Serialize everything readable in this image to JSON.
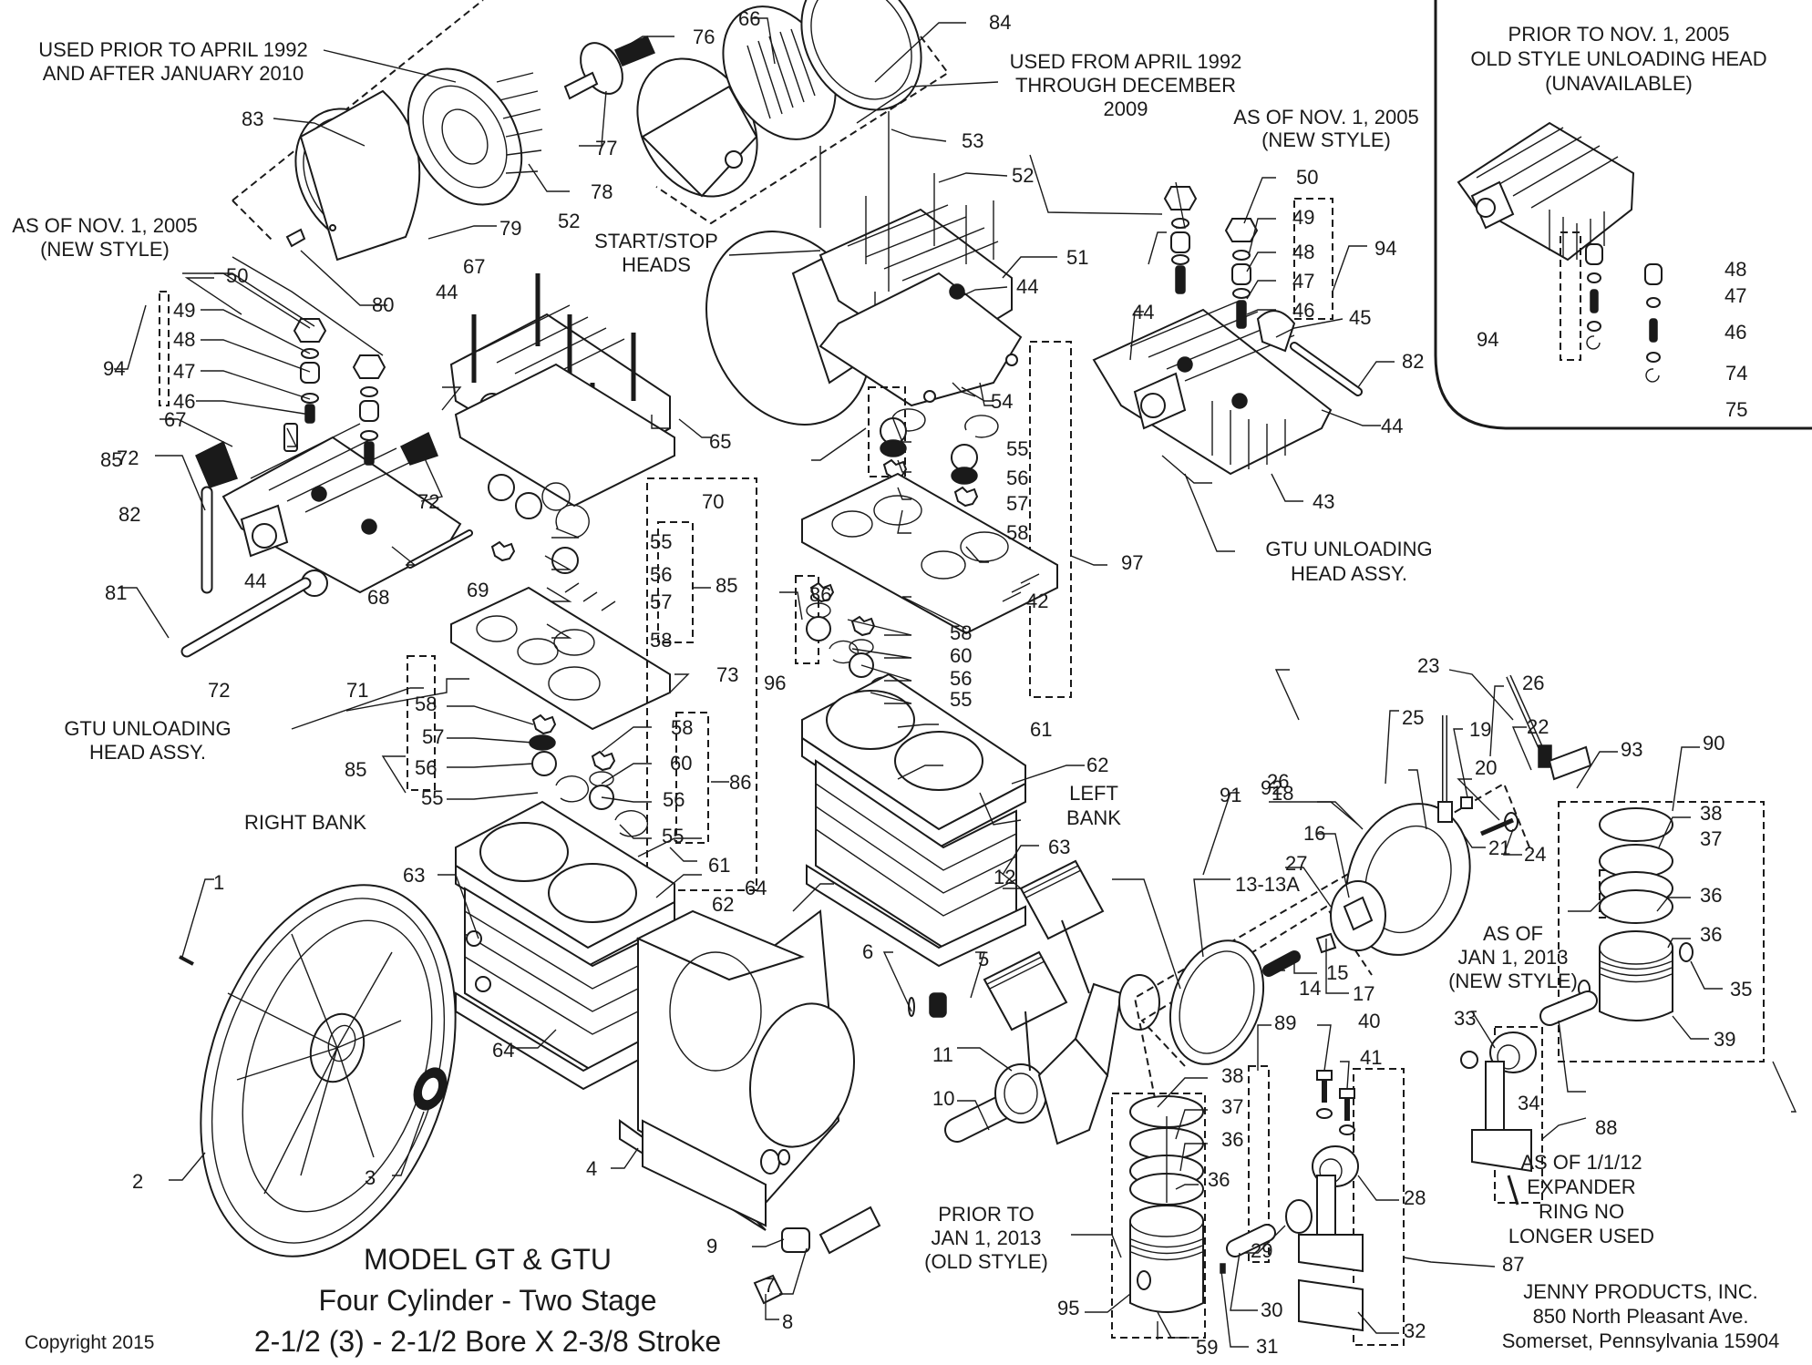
{
  "diagram": {
    "type": "exploded-parts-diagram",
    "title": {
      "model": "MODEL GT & GTU",
      "configuration": "Four Cylinder - Two Stage",
      "bore_stroke": "2-1/2 (3) - 2-1/2 Bore X 2-3/8 Stroke"
    },
    "copyright": "Copyright 2015",
    "manufacturer": {
      "name": "JENNY PRODUCTS, INC.",
      "street": "850 North Pleasant Ave.",
      "city": "Somerset, Pennsylvania 15904"
    },
    "notes": {
      "used_prior_1992": [
        "USED PRIOR TO APRIL 1992",
        "AND AFTER JANUARY 2010"
      ],
      "used_from_1992": [
        "USED FROM APRIL 1992",
        "THROUGH DECEMBER",
        "2009"
      ],
      "new_style_left": [
        "AS OF NOV. 1, 2005",
        "(NEW STYLE)"
      ],
      "new_style_right": [
        "AS OF NOV. 1, 2005",
        "(NEW STYLE)"
      ],
      "start_stop": [
        "START/STOP",
        "HEADS"
      ],
      "gtu_left": [
        "GTU UNLOADING",
        "HEAD ASSY."
      ],
      "gtu_right": [
        "GTU UNLOADING",
        "HEAD ASSY."
      ],
      "right_bank": [
        "RIGHT BANK"
      ],
      "left_bank": [
        "LEFT",
        "BANK"
      ],
      "old_style_piston": [
        "PRIOR TO",
        "JAN 1, 2013",
        "(OLD STYLE)"
      ],
      "new_style_piston": [
        "AS OF",
        "JAN 1, 2013",
        "(NEW STYLE)"
      ],
      "expander": [
        "AS OF 1/1/12",
        "EXPANDER",
        "RING NO",
        "LONGER USED"
      ],
      "inset": [
        "PRIOR TO NOV. 1, 2005",
        "OLD STYLE UNLOADING HEAD",
        "(UNAVAILABLE)"
      ]
    },
    "callouts": [
      {
        "id": "c83",
        "label": "83"
      },
      {
        "id": "c76",
        "label": "76"
      },
      {
        "id": "c66",
        "label": "66"
      },
      {
        "id": "c84",
        "label": "84"
      },
      {
        "id": "c77",
        "label": "77"
      },
      {
        "id": "c78",
        "label": "78"
      },
      {
        "id": "c79",
        "label": "79"
      },
      {
        "id": "c80",
        "label": "80"
      },
      {
        "id": "c53",
        "label": "53"
      },
      {
        "id": "c52a",
        "label": "52"
      },
      {
        "id": "c52b",
        "label": "52"
      },
      {
        "id": "c51",
        "label": "51"
      },
      {
        "id": "c44a",
        "label": "44"
      },
      {
        "id": "c44b",
        "label": "44"
      },
      {
        "id": "c44c",
        "label": "44"
      },
      {
        "id": "c44d",
        "label": "44"
      },
      {
        "id": "c44e",
        "label": "44"
      },
      {
        "id": "c67a",
        "label": "67"
      },
      {
        "id": "c67b",
        "label": "67"
      },
      {
        "id": "c50a",
        "label": "50"
      },
      {
        "id": "c49a",
        "label": "49"
      },
      {
        "id": "c48a",
        "label": "48"
      },
      {
        "id": "c47a",
        "label": "47"
      },
      {
        "id": "c46a",
        "label": "46"
      },
      {
        "id": "c94a",
        "label": "94"
      },
      {
        "id": "c50b",
        "label": "50"
      },
      {
        "id": "c49b",
        "label": "49"
      },
      {
        "id": "c48b",
        "label": "48"
      },
      {
        "id": "c47b",
        "label": "47"
      },
      {
        "id": "c46b",
        "label": "46"
      },
      {
        "id": "c94b",
        "label": "94"
      },
      {
        "id": "c45",
        "label": "45"
      },
      {
        "id": "c82a",
        "label": "82"
      },
      {
        "id": "c43",
        "label": "43"
      },
      {
        "id": "c54",
        "label": "54"
      },
      {
        "id": "c65",
        "label": "65"
      },
      {
        "id": "c70",
        "label": "70"
      },
      {
        "id": "c72a",
        "label": "72"
      },
      {
        "id": "c72b",
        "label": "72"
      },
      {
        "id": "c72c",
        "label": "72"
      },
      {
        "id": "c82b",
        "label": "82"
      },
      {
        "id": "c81",
        "label": "81"
      },
      {
        "id": "c69",
        "label": "69"
      },
      {
        "id": "c68",
        "label": "68"
      },
      {
        "id": "c71",
        "label": "71"
      },
      {
        "id": "c85a",
        "label": "85"
      },
      {
        "id": "c55a",
        "label": "55"
      },
      {
        "id": "c56a",
        "label": "56"
      },
      {
        "id": "c57a",
        "label": "57"
      },
      {
        "id": "c58a",
        "label": "58"
      },
      {
        "id": "c85b",
        "label": "85"
      },
      {
        "id": "c55b",
        "label": "55"
      },
      {
        "id": "c56b",
        "label": "56"
      },
      {
        "id": "c57b",
        "label": "57"
      },
      {
        "id": "c58b",
        "label": "58"
      },
      {
        "id": "c73",
        "label": "73"
      },
      {
        "id": "c96",
        "label": "96"
      },
      {
        "id": "c85c",
        "label": "85"
      },
      {
        "id": "c58c",
        "label": "58"
      },
      {
        "id": "c57c",
        "label": "57"
      },
      {
        "id": "c56c",
        "label": "56"
      },
      {
        "id": "c55c",
        "label": "55"
      },
      {
        "id": "c86a",
        "label": "86"
      },
      {
        "id": "c58d",
        "label": "58"
      },
      {
        "id": "c60a",
        "label": "60"
      },
      {
        "id": "c56d",
        "label": "56"
      },
      {
        "id": "c55d",
        "label": "55"
      },
      {
        "id": "c42",
        "label": "42"
      },
      {
        "id": "c97",
        "label": "97"
      },
      {
        "id": "c86b",
        "label": "86"
      },
      {
        "id": "c58e",
        "label": "58"
      },
      {
        "id": "c60b",
        "label": "60"
      },
      {
        "id": "c56e",
        "label": "56"
      },
      {
        "id": "c55e",
        "label": "55"
      },
      {
        "id": "c61a",
        "label": "61"
      },
      {
        "id": "c61b",
        "label": "61"
      },
      {
        "id": "c62a",
        "label": "62"
      },
      {
        "id": "c62b",
        "label": "62"
      },
      {
        "id": "c63a",
        "label": "63"
      },
      {
        "id": "c63b",
        "label": "63"
      },
      {
        "id": "c64a",
        "label": "64"
      },
      {
        "id": "c64b",
        "label": "64"
      },
      {
        "id": "c1",
        "label": "1"
      },
      {
        "id": "c2",
        "label": "2"
      },
      {
        "id": "c3",
        "label": "3"
      },
      {
        "id": "c4",
        "label": "4"
      },
      {
        "id": "c5",
        "label": "5"
      },
      {
        "id": "c6",
        "label": "6"
      },
      {
        "id": "c7",
        "label": "7"
      },
      {
        "id": "c8",
        "label": "8"
      },
      {
        "id": "c9",
        "label": "9"
      },
      {
        "id": "c10",
        "label": "10"
      },
      {
        "id": "c11",
        "label": "11"
      },
      {
        "id": "c12",
        "label": "12"
      },
      {
        "id": "c1313a",
        "label": "13-13A"
      },
      {
        "id": "c14",
        "label": "14"
      },
      {
        "id": "c15",
        "label": "15"
      },
      {
        "id": "c16",
        "label": "16"
      },
      {
        "id": "c17",
        "label": "17"
      },
      {
        "id": "c18",
        "label": "18"
      },
      {
        "id": "c19",
        "label": "19"
      },
      {
        "id": "c20",
        "label": "20"
      },
      {
        "id": "c21",
        "label": "21"
      },
      {
        "id": "c22",
        "label": "22"
      },
      {
        "id": "c23",
        "label": "23"
      },
      {
        "id": "c24",
        "label": "24"
      },
      {
        "id": "c25",
        "label": "25"
      },
      {
        "id": "c26a",
        "label": "26"
      },
      {
        "id": "c26b",
        "label": "26"
      },
      {
        "id": "c27",
        "label": "27"
      },
      {
        "id": "c91",
        "label": "91"
      },
      {
        "id": "c92",
        "label": "92"
      },
      {
        "id": "c93",
        "label": "93"
      },
      {
        "id": "c90",
        "label": "90"
      },
      {
        "id": "c38a",
        "label": "38"
      },
      {
        "id": "c37a",
        "label": "37"
      },
      {
        "id": "c36a",
        "label": "36"
      },
      {
        "id": "c36b",
        "label": "36"
      },
      {
        "id": "c35",
        "label": "35"
      },
      {
        "id": "c39",
        "label": "39"
      },
      {
        "id": "c33",
        "label": "33"
      },
      {
        "id": "c34",
        "label": "34"
      },
      {
        "id": "c88",
        "label": "88"
      },
      {
        "id": "c89",
        "label": "89"
      },
      {
        "id": "c38b",
        "label": "38"
      },
      {
        "id": "c37b",
        "label": "37"
      },
      {
        "id": "c36c",
        "label": "36"
      },
      {
        "id": "c36d",
        "label": "36"
      },
      {
        "id": "c40",
        "label": "40"
      },
      {
        "id": "c41",
        "label": "41"
      },
      {
        "id": "c28",
        "label": "28"
      },
      {
        "id": "c29",
        "label": "29"
      },
      {
        "id": "c30",
        "label": "30"
      },
      {
        "id": "c31",
        "label": "31"
      },
      {
        "id": "c32",
        "label": "32"
      },
      {
        "id": "c87",
        "label": "87"
      },
      {
        "id": "c59",
        "label": "59"
      },
      {
        "id": "c95",
        "label": "95"
      },
      {
        "id": "c94c",
        "label": "94"
      },
      {
        "id": "c48c",
        "label": "48"
      },
      {
        "id": "c47c",
        "label": "47"
      },
      {
        "id": "c46c",
        "label": "46"
      },
      {
        "id": "c74",
        "label": "74"
      },
      {
        "id": "c75",
        "label": "75"
      }
    ]
  }
}
